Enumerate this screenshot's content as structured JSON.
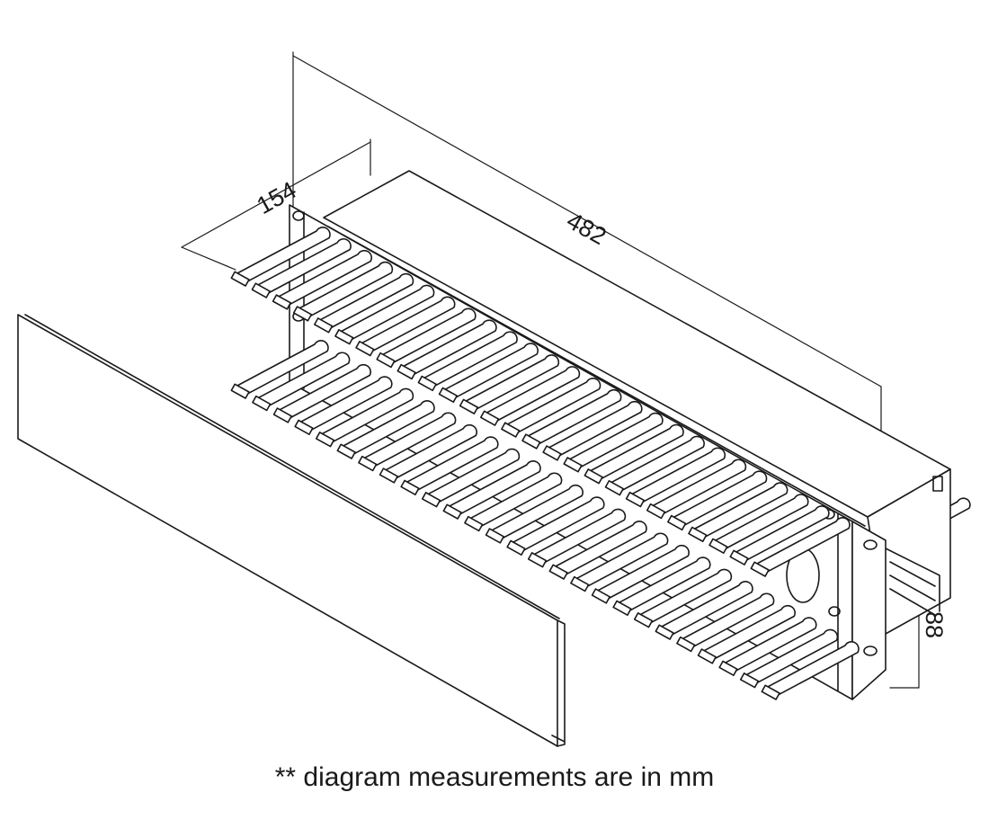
{
  "dimensions": {
    "width": "482",
    "depth": "154",
    "height": "88"
  },
  "caption": "** diagram measurements are in mm",
  "colors": {
    "line": "#1a1a1a",
    "background": "#ffffff"
  }
}
